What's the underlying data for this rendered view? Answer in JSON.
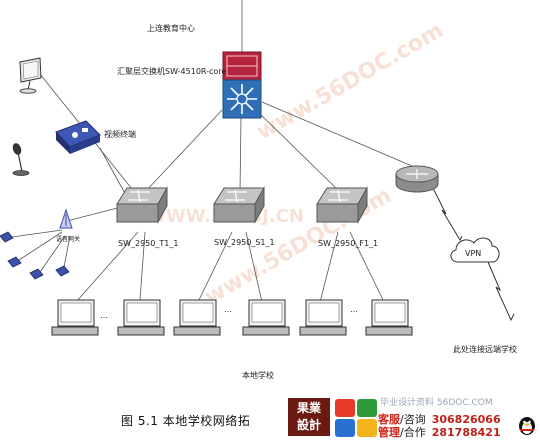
{
  "diagram": {
    "labels": {
      "upstream": "上连教育中心",
      "core_switch": "汇聚层交换机SW-4510R-core",
      "video_terminal": "视频终端",
      "voice_gateway": "语音网关",
      "sw_t1": "SW_2950_T1_1",
      "sw_s1": "SW_2950_S1_1",
      "sw_f1": "SW_2950_F1_1",
      "vpn": "VPN",
      "remote": "此处连接远端学校",
      "local_school": "本地学校",
      "ellipsis_1": "…",
      "ellipsis_2": "…",
      "ellipsis_3": "…"
    },
    "watermarks": {
      "wm_a": "www.56DOC.com",
      "wm_b": "WWW.2BYSJ.CN",
      "wm_c": "www.56DOC.com"
    },
    "caption": "图 5.1 本地学校网络拓"
  },
  "footer": {
    "logo_line1": "果業",
    "logo_line2": "設計",
    "top_text": "毕业设计资料 56DOC.COM",
    "row1_red": "客服",
    "row1_black": "/咨询",
    "row1_num": "306826066",
    "row2_red": "管理",
    "row2_black": "/合作",
    "row2_num": "281788421"
  },
  "colors": {
    "core_switch_top": "#b5243c",
    "core_switch_bottom": "#2f6fb5",
    "access_switch": "#9a9a9a",
    "voice_devices": "#3e4fa8",
    "footer_red": "#d0251b"
  }
}
